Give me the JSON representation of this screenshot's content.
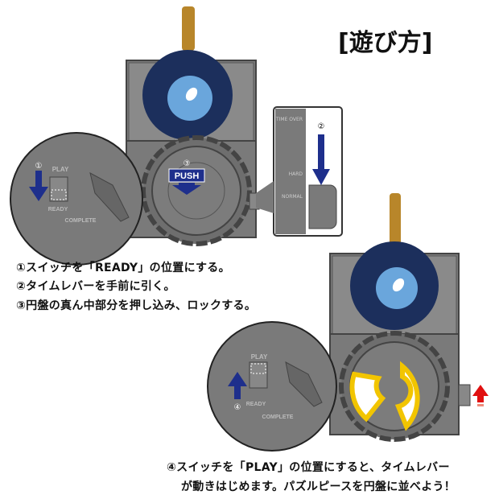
{
  "title": "[遊び方]",
  "steps": [
    "①スイッチを「READY」の位置にする。",
    "②タイムレバーを手前に引く。",
    "③円盤の真ん中部分を押し込み、ロックする。"
  ],
  "step4": [
    "④スイッチを「PLAY」の位置にすると、タイムレバー",
    "が動きはじめます。パズルピースを円盤に並べよう！"
  ],
  "markers": {
    "m1": "①",
    "m2": "②",
    "m3": "③",
    "m4": "④"
  },
  "device_labels": {
    "play": "PLAY",
    "ready": "READY",
    "complete": "COMPLETE",
    "push": "PUSH",
    "time_over": "TIME OVER",
    "hard": "HARD",
    "normal": "NORMAL"
  },
  "colors": {
    "body": "#7a7a7a",
    "ball": "#1c2f5c",
    "eye": "#6aa6dc",
    "arrow_blue": "#1e2f8c",
    "arrow_red": "#e01010",
    "yellow": "#f2c500",
    "hook": "#b8862a"
  }
}
